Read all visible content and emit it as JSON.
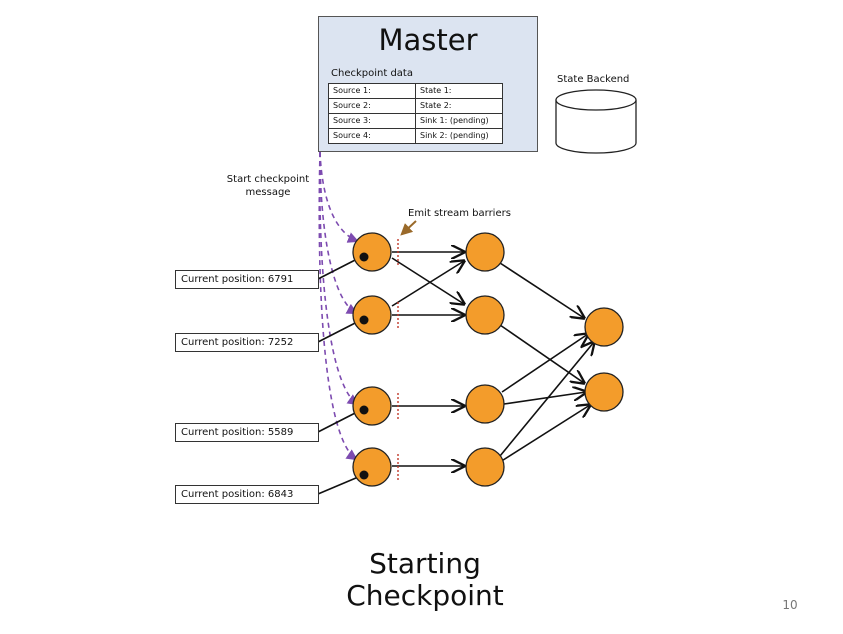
{
  "master": {
    "title": "Master",
    "checkpoint_label": "Checkpoint data",
    "rows": [
      [
        "Source 1:",
        "State 1:"
      ],
      [
        "Source 2:",
        "State 2:"
      ],
      [
        "Source 3:",
        "Sink 1: (pending)"
      ],
      [
        "Source 4:",
        "Sink 2: (pending)"
      ]
    ]
  },
  "state_backend": {
    "label": "State Backend"
  },
  "labels": {
    "start_checkpoint": "Start checkpoint message",
    "emit_barriers": "Emit stream barriers"
  },
  "positions": [
    "Current position: 6791",
    "Current position: 7252",
    "Current position: 5589",
    "Current position: 6843"
  ],
  "slide": {
    "title_line1": "Starting",
    "title_line2": "Checkpoint",
    "page_number": "10"
  },
  "colors": {
    "node": "#f39c2b",
    "message_arrow": "#7d4bb0",
    "barrier": "#c0392b",
    "emit_arrow": "#9a6a2a",
    "master_bg": "#dce4f1"
  }
}
